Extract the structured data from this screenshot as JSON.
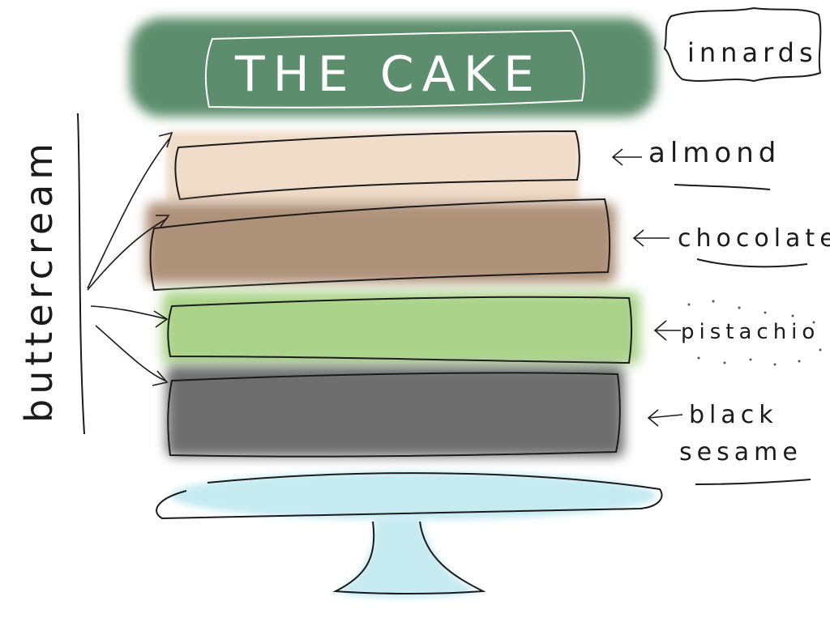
{
  "title": "THE CAKE",
  "side_note": "innards",
  "left_label": "buttercream",
  "layers": [
    {
      "label_line1": "almond",
      "label_line2": "",
      "color": "#eed9c4"
    },
    {
      "label_line1": "chocolate",
      "label_line2": "",
      "color": "#a07e62"
    },
    {
      "label_line1": "pistachio",
      "label_line2": "",
      "color": "#9ccc74"
    },
    {
      "label_line1": "black",
      "label_line2": "sesame",
      "color": "#4c4c4c"
    }
  ],
  "colors": {
    "title_band": "#3f7a52",
    "plate": "#bfe9f0",
    "ink": "#1b1b1b"
  }
}
